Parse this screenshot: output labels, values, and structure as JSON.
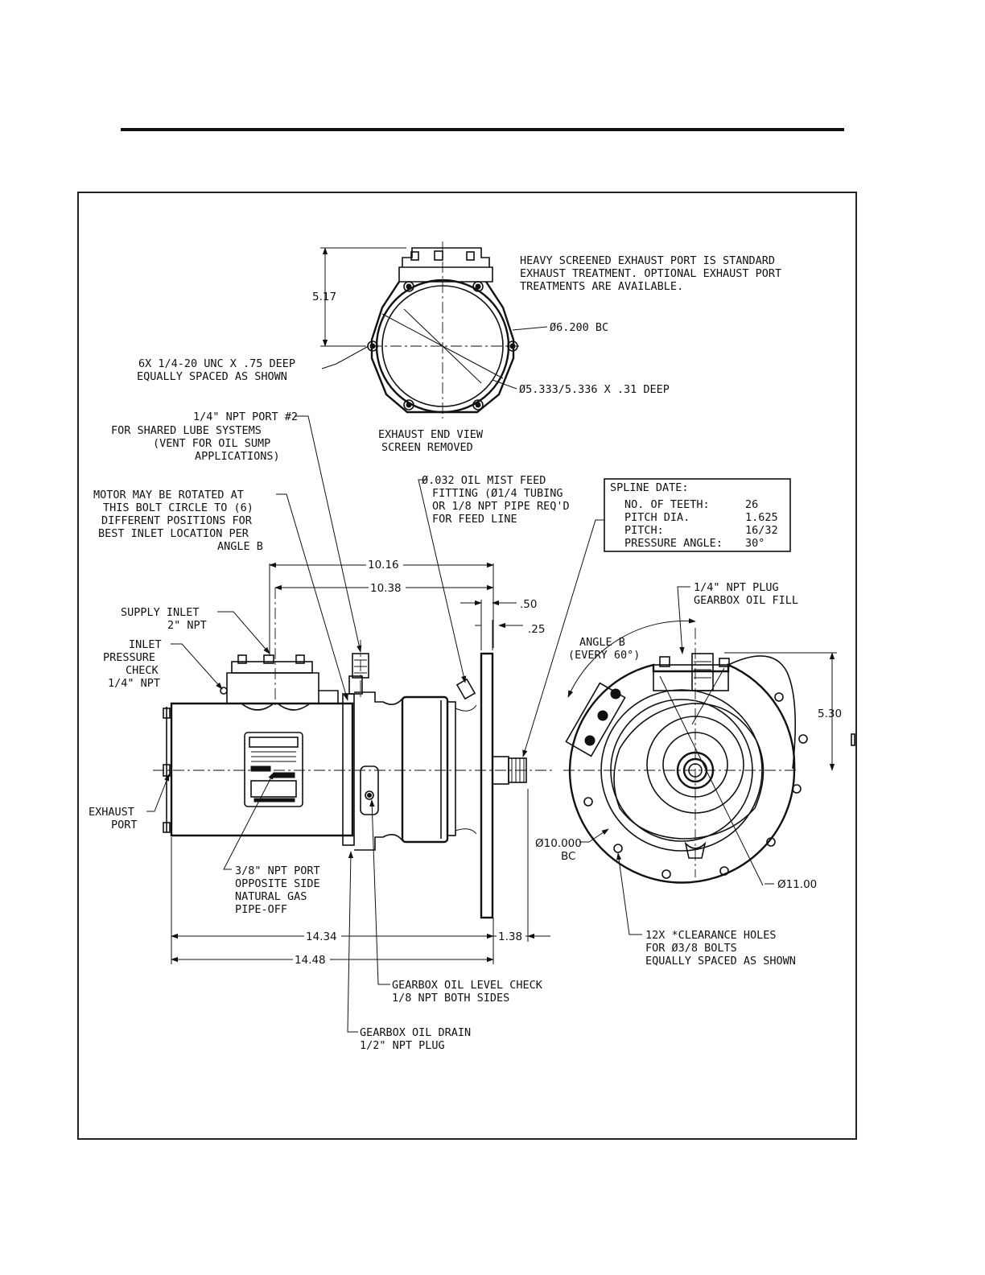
{
  "exhaust_note": [
    "HEAVY SCREENED EXHAUST PORT IS STANDARD",
    "EXHAUST TREATMENT.  OPTIONAL EXHAUST PORT",
    "TREATMENTS ARE AVAILABLE."
  ],
  "exhaust_view": {
    "dim_height": "5.17",
    "bolt_circle": "Ø6.200 BC",
    "pilot": "Ø5.333/5.336 X .31 DEEP",
    "tapped_holes": [
      "6X 1/4-20 UNC X .75 DEEP",
      "EQUALLY SPACED AS SHOWN"
    ],
    "caption": [
      "EXHAUST END VIEW",
      "SCREEN REMOVED"
    ]
  },
  "callouts": {
    "npt_port2": [
      "1/4\" NPT PORT #2",
      "FOR SHARED LUBE SYSTEMS",
      "(VENT FOR OIL SUMP",
      "APPLICATIONS)"
    ],
    "motor_rotate": [
      "MOTOR MAY BE ROTATED AT",
      "THIS BOLT CIRCLE TO (6)",
      "DIFFERENT POSITIONS FOR",
      "BEST INLET LOCATION PER",
      "ANGLE B"
    ],
    "oil_mist": [
      "Ø.032 OIL MIST FEED",
      "FITTING (Ø1/4 TUBING",
      "OR 1/8 NPT PIPE REQ'D",
      "FOR FEED LINE"
    ],
    "supply_inlet": [
      "SUPPLY INLET",
      "2\" NPT"
    ],
    "inlet_pressure": [
      "INLET",
      "PRESSURE",
      "CHECK",
      "1/4\" NPT"
    ],
    "exhaust_port": [
      "EXHAUST",
      "PORT"
    ],
    "npt_port_38": [
      "3/8\" NPT PORT",
      "OPPOSITE SIDE",
      "NATURAL GAS",
      "PIPE-OFF"
    ],
    "oil_level": [
      "GEARBOX OIL LEVEL CHECK",
      "1/8 NPT BOTH SIDES"
    ],
    "oil_drain": [
      "GEARBOX OIL DRAIN",
      "1/2\" NPT PLUG"
    ],
    "plug_fill": [
      "1/4\" NPT PLUG",
      "GEARBOX OIL FILL"
    ],
    "angle_b": [
      "ANGLE B",
      "(EVERY 60°)"
    ],
    "bc_10": [
      "Ø10.000",
      "BC"
    ],
    "dia_11": "Ø11.00",
    "clearance": [
      "12X *CLEARANCE HOLES",
      "FOR Ø3/8 BOLTS",
      "EQUALLY SPACED AS SHOWN"
    ]
  },
  "dims": {
    "d1016": "10.16",
    "d1038": "10.38",
    "d050": ".50",
    "d025": ".25",
    "d1434": "14.34",
    "d1448": "14.48",
    "d138": "1.38",
    "d530": "5.30"
  },
  "spline": {
    "title": "SPLINE DATE:",
    "rows": [
      {
        "label": "NO. OF TEETH:",
        "value": "26"
      },
      {
        "label": "PITCH DIA.",
        "value": "1.625"
      },
      {
        "label": "PITCH:",
        "value": "16/32"
      },
      {
        "label": "PRESSURE ANGLE:",
        "value": "30°"
      }
    ]
  }
}
